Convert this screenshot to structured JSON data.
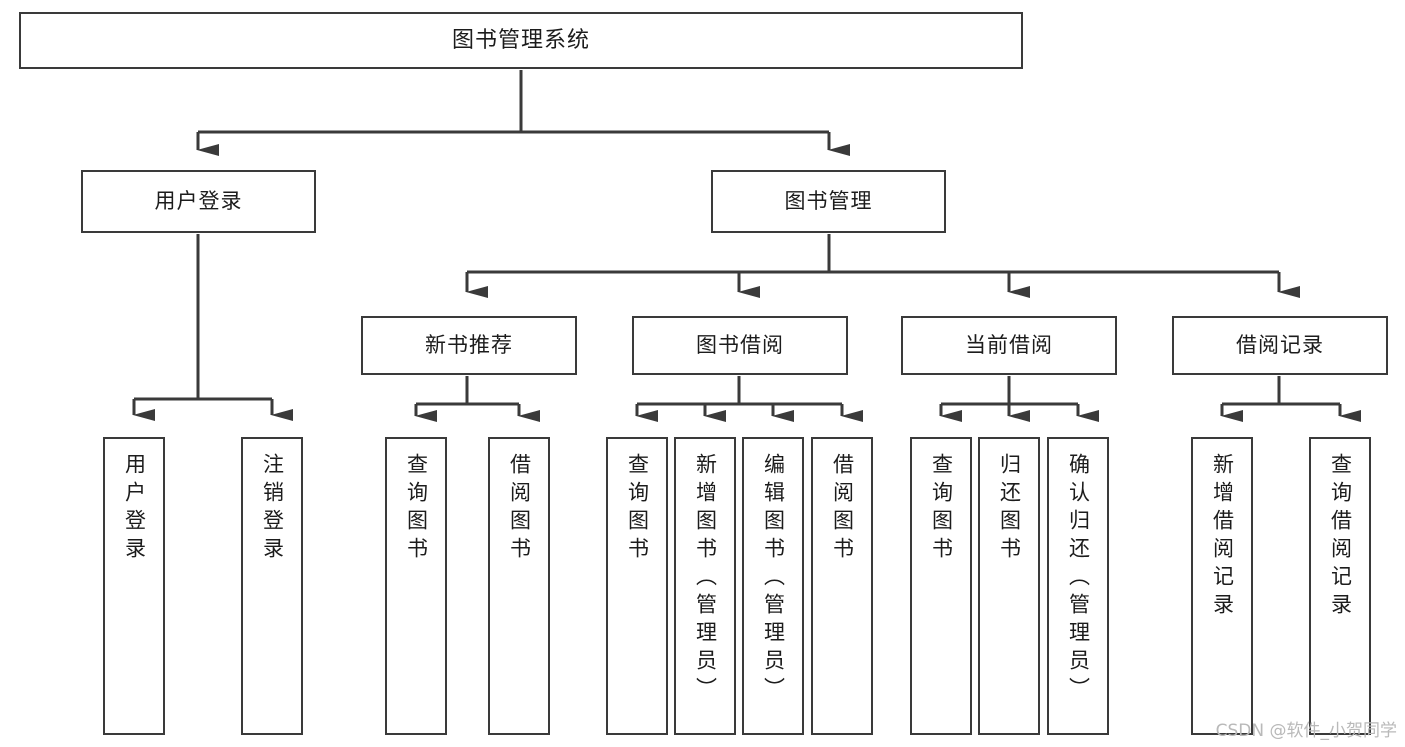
{
  "diagram": {
    "type": "tree-hierarchy-flowchart",
    "title": "图书管理系统",
    "colors": {
      "box_border": "#3a3a3a",
      "box_fill": "#ffffff",
      "connector": "#3a3a3a",
      "text": "#1c1c1c",
      "watermark": "#b9b9b9",
      "background": "#ffffff"
    },
    "watermark": "CSDN @软件_小贺同学",
    "root": {
      "label": "图书管理系统"
    },
    "level2": [
      {
        "label": "用户登录"
      },
      {
        "label": "图书管理"
      }
    ],
    "level3": [
      {
        "label": "新书推荐"
      },
      {
        "label": "图书借阅"
      },
      {
        "label": "当前借阅"
      },
      {
        "label": "借阅记录"
      }
    ],
    "leaves": {
      "user_login": [
        {
          "label": "用户登录"
        },
        {
          "label": "注销登录"
        }
      ],
      "new_book_recommend": [
        {
          "label": "查询图书"
        },
        {
          "label": "借阅图书"
        }
      ],
      "book_borrow": [
        {
          "label": "查询图书"
        },
        {
          "label": "新增图书（管理员）"
        },
        {
          "label": "编辑图书（管理员）"
        },
        {
          "label": "借阅图书"
        }
      ],
      "current_borrow": [
        {
          "label": "查询图书"
        },
        {
          "label": "归还图书"
        },
        {
          "label": "确认归还（管理员）"
        }
      ],
      "borrow_record": [
        {
          "label": "新增借阅记录"
        },
        {
          "label": "查询借阅记录"
        }
      ]
    }
  }
}
